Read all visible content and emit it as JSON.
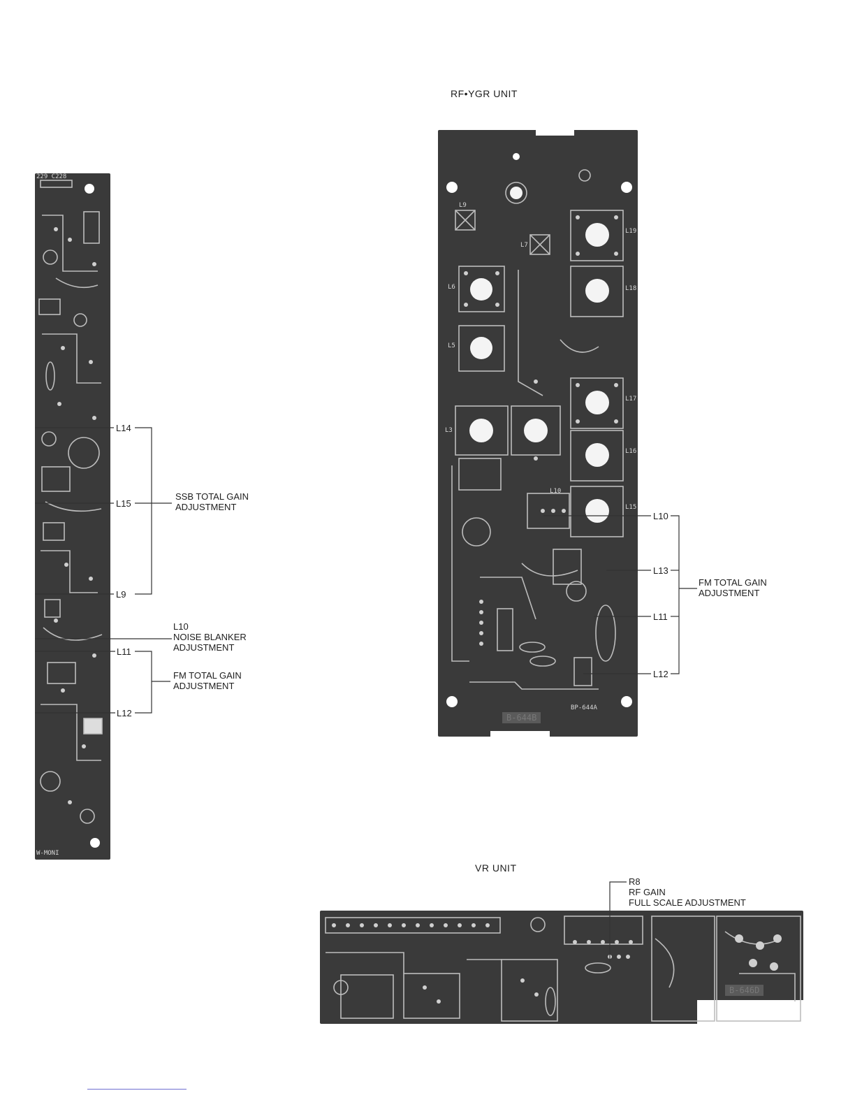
{
  "left_board": {
    "silk_top": "229 C228",
    "silk_bottom": "W-MONI",
    "callouts": {
      "l14": "L14",
      "l15": "L15",
      "l9": "L9",
      "ssb_line1": "SSB TOTAL GAIN",
      "ssb_line2": "ADJUSTMENT",
      "l10": "L10",
      "nb_line1": "NOISE BLANKER",
      "nb_line2": "ADJUSTMENT",
      "l11": "L11",
      "l12": "L12",
      "fm_line1": "FM TOTAL GAIN",
      "fm_line2": "ADJUSTMENT"
    }
  },
  "rf_unit": {
    "title": "RF•YGR UNIT",
    "stamp": "B-644B",
    "stamp2": "BP-644A",
    "coils": [
      "L19",
      "L18",
      "L6",
      "L5",
      "L17",
      "L16",
      "L3",
      "L15",
      "L9",
      "L7",
      "L10"
    ],
    "callouts": {
      "l10": "L10",
      "l13": "L13",
      "l11": "L11",
      "l12": "L12",
      "fm_line1": "FM TOTAL GAIN",
      "fm_line2": "ADJUSTMENT"
    }
  },
  "vr_unit": {
    "title": "VR UNIT",
    "stamp": "B-646D",
    "callouts": {
      "r8": "R8",
      "rf_gain": "RF GAIN",
      "full_scale": "FULL SCALE ADJUSTMENT"
    }
  },
  "colors": {
    "board": "#3a3a3a",
    "trace": "#bdbdbd",
    "leader": "#333333",
    "link": "#6f6fd0"
  }
}
